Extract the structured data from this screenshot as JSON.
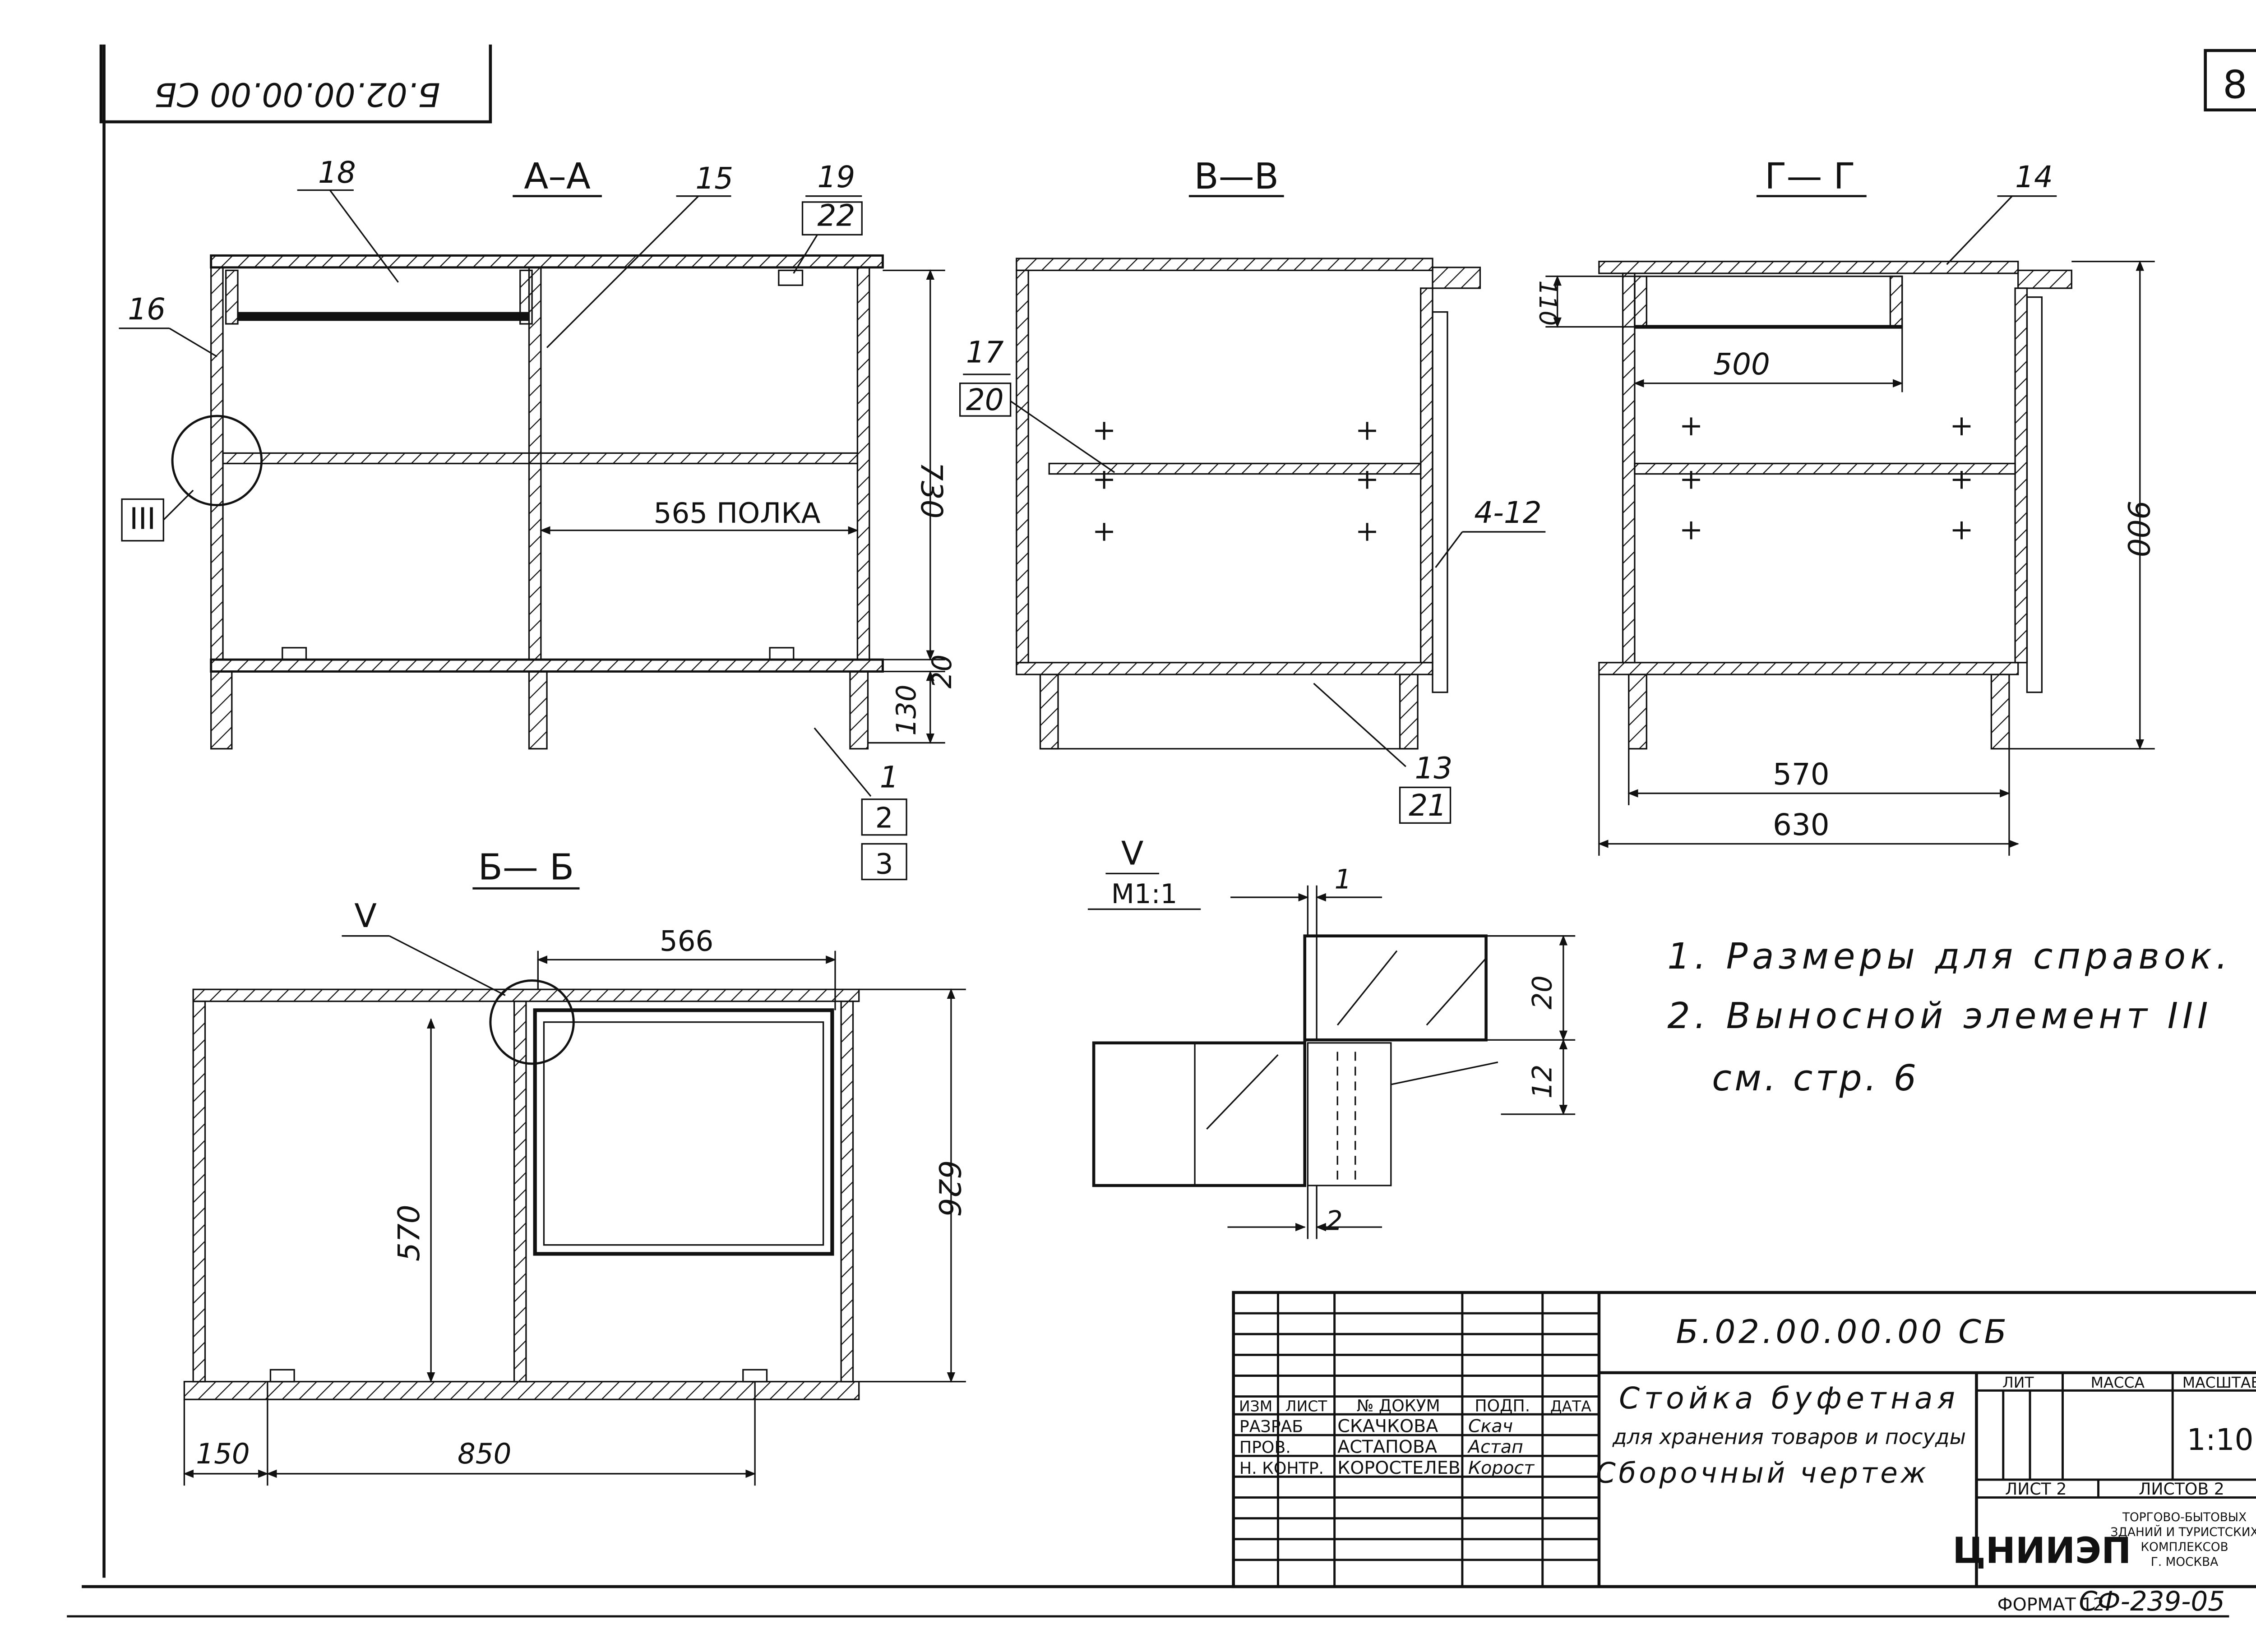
{
  "sheet": {
    "number": "8",
    "code_rotated": "Б.02.00.00.00 СБ",
    "format_note": "ФОРМАТ 12",
    "archive_code": "СФ-239-05"
  },
  "section_aa": {
    "title": "А–А",
    "dims": {
      "height_main": "730",
      "height_floor": "20",
      "height_plinth": "130",
      "shelf": "565 ПОЛКА"
    },
    "callouts": [
      "18",
      "15",
      "19",
      "22",
      "16",
      "1",
      "2",
      "3"
    ],
    "detail_ref": "III"
  },
  "section_vv": {
    "title": "В—В",
    "callouts": [
      "17",
      "20",
      "4-12",
      "13",
      "21"
    ]
  },
  "section_gg": {
    "title": "Г— Г",
    "callouts": [
      "14"
    ],
    "dims": {
      "drawer_height": "110",
      "drawer_width": "500",
      "total_height": "900",
      "inner_width": "570",
      "outer_width": "630"
    }
  },
  "section_bb": {
    "title": "Б— Б",
    "detail_ref": "V",
    "dims": {
      "top": "566",
      "door_height": "570",
      "total_height": "626",
      "left": "150",
      "span": "850"
    }
  },
  "detail_v": {
    "title": "V",
    "scale": "М1:1",
    "dims": {
      "top_gap": "1",
      "thickness_a": "20",
      "thickness_b": "12",
      "bottom_gap": "2"
    }
  },
  "notes": [
    "1. Размеры для справок.",
    "2. Выносной элемент III",
    "см. стр. 6"
  ],
  "title_block": {
    "designation": "Б.02.00.00.00 СБ",
    "name_lines": [
      "Стойка буфетная",
      "для хранения товаров и посуды",
      "Сборочный чертеж"
    ],
    "header": [
      "ИЗМ",
      "ЛИСТ",
      "№ ДОКУМ",
      "ПОДП.",
      "ДАТА"
    ],
    "roles": [
      {
        "role": "РАЗРАБ",
        "name": "СКАЧКОВА",
        "signature": "Скач"
      },
      {
        "role": "ПРОВ.",
        "name": "АСТАПОВА",
        "signature": "Астап"
      },
      {
        "role": "Н. КОНТР.",
        "name": "КОРОСТЕЛЕВ",
        "signature": "Корост"
      }
    ],
    "lit_label": "ЛИТ",
    "mass_label": "МАССА",
    "scale_label": "МАСШТАБ",
    "scale": "1:10",
    "sheet_label": "ЛИСТ 2",
    "sheets_label": "ЛИСТОВ 2",
    "org_logo": "ЦНИИЭП",
    "org_lines": [
      "ТОРГОВО-БЫТОВЫХ",
      "ЗДАНИЙ И ТУРИСТСКИХ",
      "КОМПЛЕКСОВ",
      "Г. МОСКВА"
    ]
  }
}
